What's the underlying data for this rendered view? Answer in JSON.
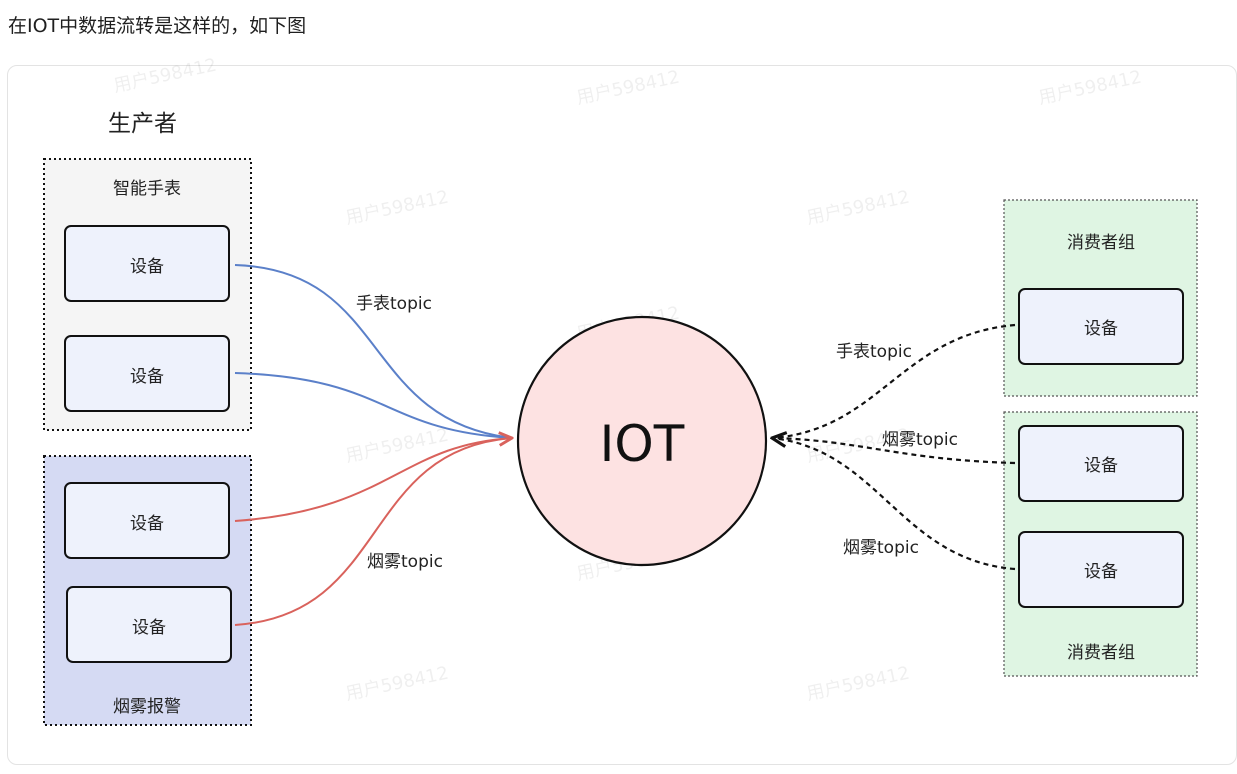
{
  "intro": "在IOT中数据流转是这样的，如下图",
  "watermark": "用户598412",
  "producer_title": "生产者",
  "groups": {
    "watch": {
      "label": "智能手表",
      "fill": "#f5f5f5"
    },
    "smoke": {
      "label": "烟雾报警",
      "fill": "#d5daf3"
    },
    "consumer_top": {
      "label": "消费者组",
      "fill": "#dff5e3"
    },
    "consumer_bottom": {
      "label": "消费者组",
      "fill": "#dff5e3"
    }
  },
  "device_label": "设备",
  "device_fill": "#eef2fc",
  "hub": {
    "label": "IOT",
    "fill": "#fde2e2"
  },
  "topics": {
    "watch_in": "手表topic",
    "smoke_in": "烟雾topic",
    "watch_out": "手表topic",
    "smoke_out_1": "烟雾topic",
    "smoke_out_2": "烟雾topic"
  },
  "colors": {
    "watch_line": "#5b80c9",
    "smoke_line": "#d9625c",
    "consumer_line": "#111111"
  }
}
